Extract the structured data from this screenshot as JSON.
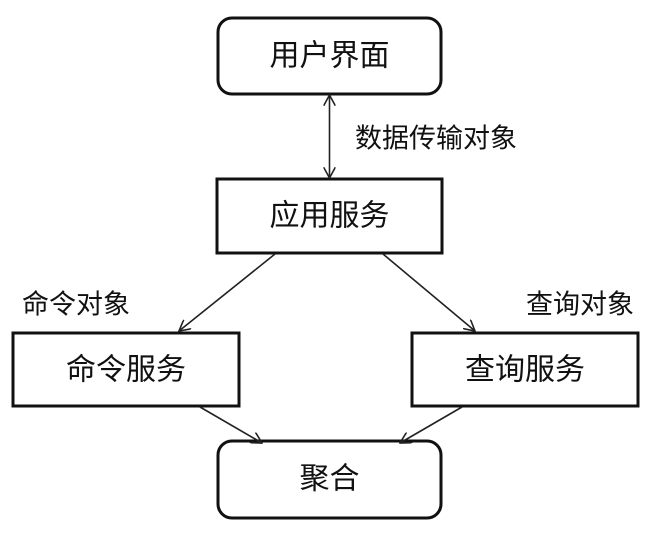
{
  "nodes": {
    "user_interface": "用户界面",
    "app_service": "应用服务",
    "command_service": "命令服务",
    "query_service": "查询服务",
    "aggregate": "聚合"
  },
  "edge_labels": {
    "dto": "数据传输对象",
    "command_object": "命令对象",
    "query_object": "查询对象"
  }
}
